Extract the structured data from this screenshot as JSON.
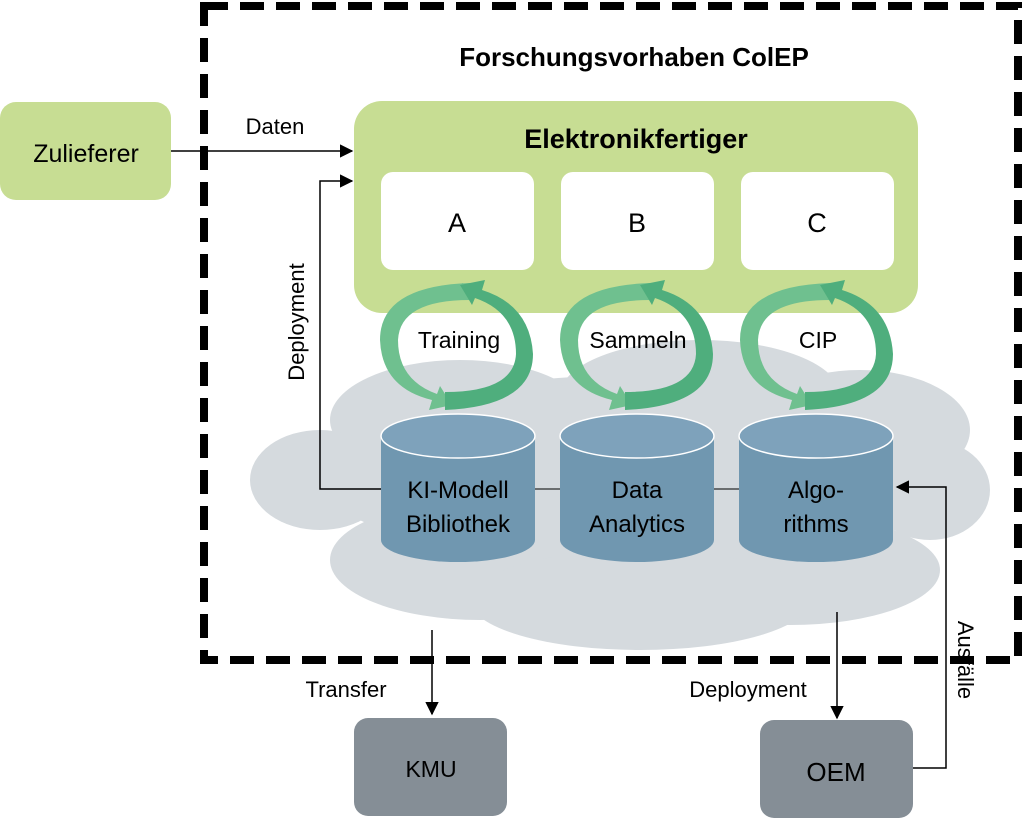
{
  "title": "Forschungsvorhaben ColEP",
  "boxes": {
    "supplier": "Zulieferer",
    "manufacturer": "Elektronikfertiger",
    "kmu": "KMU",
    "oem": "OEM"
  },
  "sites": [
    "A",
    "B",
    "C"
  ],
  "cycles": [
    "Training",
    "Sammeln",
    "CIP"
  ],
  "databases": [
    {
      "line1": "KI-Modell",
      "line2": "Bibliothek"
    },
    {
      "line1": "Data",
      "line2": "Analytics"
    },
    {
      "line1": "Algo-",
      "line2": "rithms"
    }
  ],
  "edges": {
    "data": "Daten",
    "deployment_left": "Deployment",
    "transfer": "Transfer",
    "deployment_bottom": "Deployment",
    "failures": "Ausfälle"
  },
  "colors": {
    "green_light": "#c7dd93",
    "green_arrow": "#5fb888",
    "db_blue": "#7097b0",
    "db_top": "#7ea2bb",
    "cloud_gray": "#d5dade",
    "box_gray": "#858e96"
  }
}
